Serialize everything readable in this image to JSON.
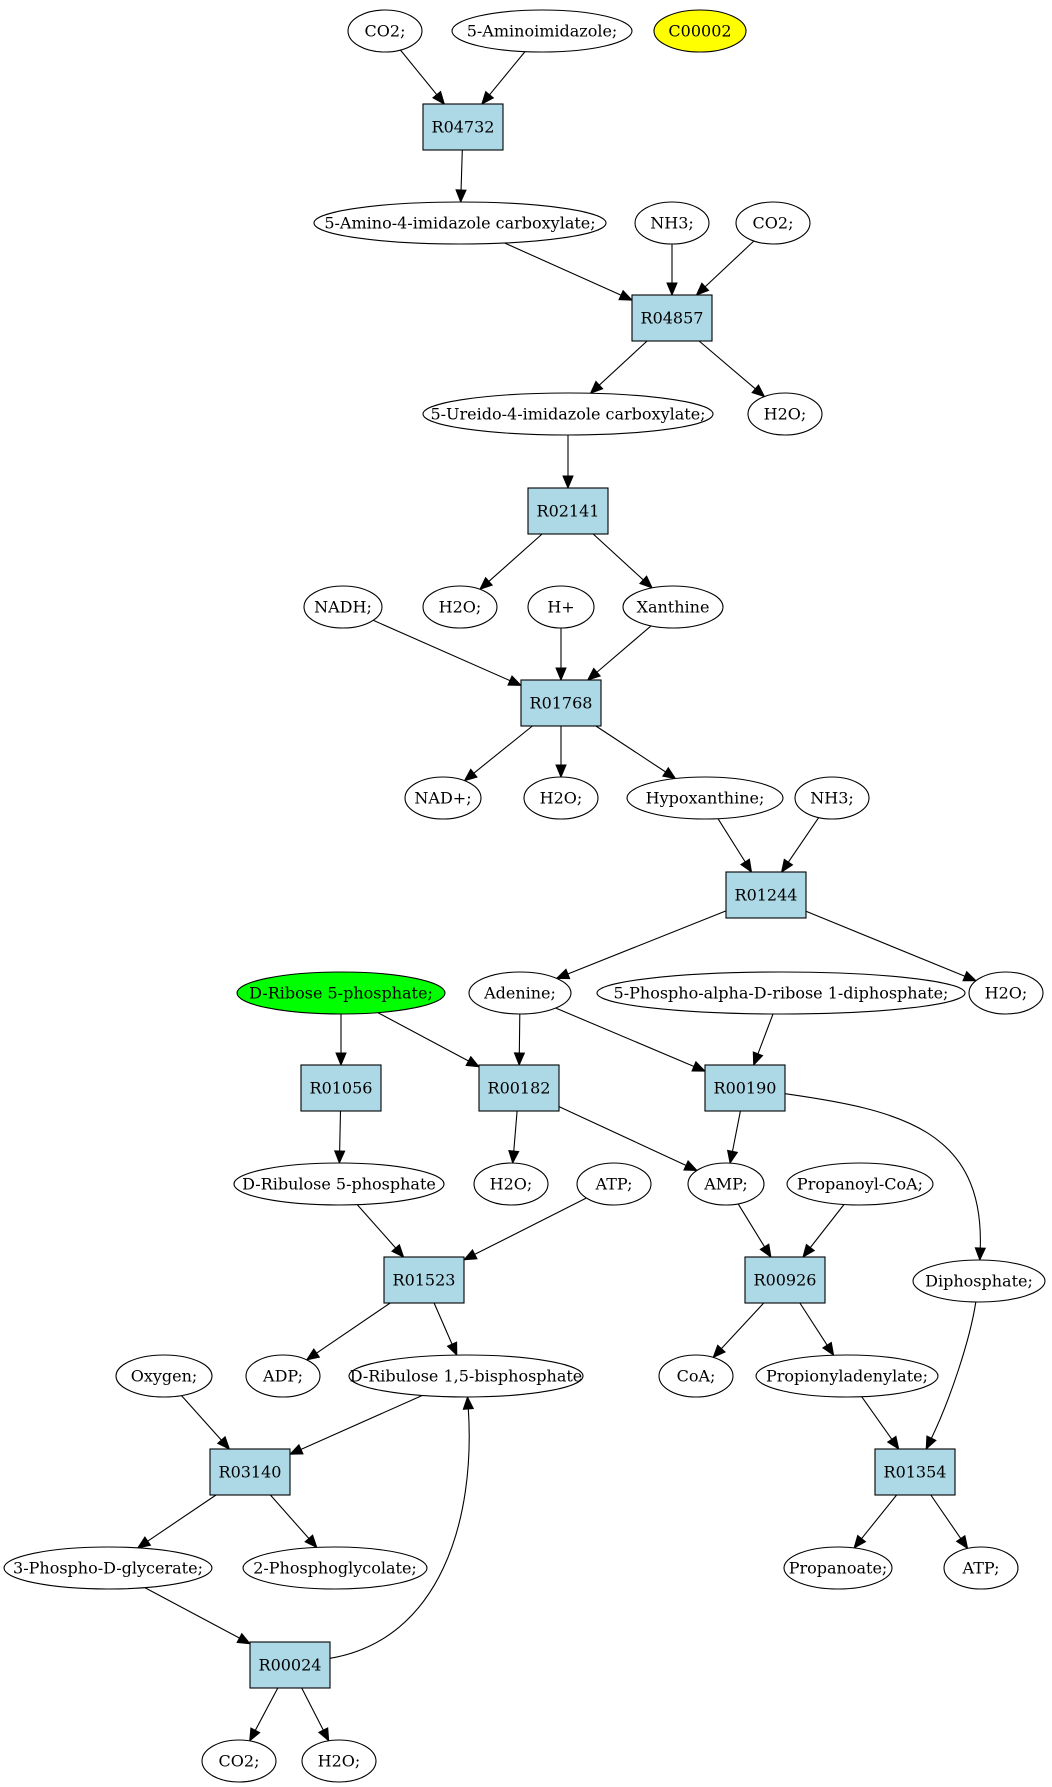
{
  "colors": {
    "reaction_fill": "#add8e6",
    "compound_fill": "#ffffff",
    "highlight_start": "#00ff00",
    "highlight_target": "#ffff00",
    "stroke": "#000000"
  },
  "nodes": [
    {
      "id": "co2_1",
      "label": "CO2;",
      "kind": "compound"
    },
    {
      "id": "aminoimidazole",
      "label": "5-Aminoimidazole;",
      "kind": "compound"
    },
    {
      "id": "c00002",
      "label": "C00002",
      "kind": "compound",
      "highlight": "target"
    },
    {
      "id": "R04732",
      "label": "R04732",
      "kind": "reaction"
    },
    {
      "id": "amino_carbox",
      "label": "5-Amino-4-imidazole carboxylate;",
      "kind": "compound"
    },
    {
      "id": "nh3_1",
      "label": "NH3;",
      "kind": "compound"
    },
    {
      "id": "co2_2",
      "label": "CO2;",
      "kind": "compound"
    },
    {
      "id": "R04857",
      "label": "R04857",
      "kind": "reaction"
    },
    {
      "id": "ureido_carbox",
      "label": "5-Ureido-4-imidazole carboxylate;",
      "kind": "compound"
    },
    {
      "id": "h2o_1",
      "label": "H2O;",
      "kind": "compound"
    },
    {
      "id": "R02141",
      "label": "R02141",
      "kind": "reaction"
    },
    {
      "id": "nadh",
      "label": "NADH;",
      "kind": "compound"
    },
    {
      "id": "h2o_2",
      "label": "H2O;",
      "kind": "compound"
    },
    {
      "id": "hplus",
      "label": "H+",
      "kind": "compound"
    },
    {
      "id": "xanthine",
      "label": "Xanthine",
      "kind": "compound"
    },
    {
      "id": "R01768",
      "label": "R01768",
      "kind": "reaction"
    },
    {
      "id": "nadplus",
      "label": "NAD+;",
      "kind": "compound"
    },
    {
      "id": "h2o_3",
      "label": "H2O;",
      "kind": "compound"
    },
    {
      "id": "hypoxanthine",
      "label": "Hypoxanthine;",
      "kind": "compound"
    },
    {
      "id": "nh3_2",
      "label": "NH3;",
      "kind": "compound"
    },
    {
      "id": "R01244",
      "label": "R01244",
      "kind": "reaction"
    },
    {
      "id": "ribose5p",
      "label": "D-Ribose 5-phosphate;",
      "kind": "compound",
      "highlight": "start"
    },
    {
      "id": "adenine",
      "label": "Adenine;",
      "kind": "compound"
    },
    {
      "id": "prpp",
      "label": "5-Phospho-alpha-D-ribose 1-diphosphate;",
      "kind": "compound"
    },
    {
      "id": "h2o_4",
      "label": "H2O;",
      "kind": "compound"
    },
    {
      "id": "R01056",
      "label": "R01056",
      "kind": "reaction"
    },
    {
      "id": "R00182",
      "label": "R00182",
      "kind": "reaction"
    },
    {
      "id": "R00190",
      "label": "R00190",
      "kind": "reaction"
    },
    {
      "id": "ribulose5p",
      "label": "D-Ribulose 5-phosphate",
      "kind": "compound"
    },
    {
      "id": "h2o_5",
      "label": "H2O;",
      "kind": "compound"
    },
    {
      "id": "atp_1",
      "label": "ATP;",
      "kind": "compound"
    },
    {
      "id": "amp",
      "label": "AMP;",
      "kind": "compound"
    },
    {
      "id": "propanoylcoa",
      "label": "Propanoyl-CoA;",
      "kind": "compound"
    },
    {
      "id": "R01523",
      "label": "R01523",
      "kind": "reaction"
    },
    {
      "id": "R00926",
      "label": "R00926",
      "kind": "reaction"
    },
    {
      "id": "diphosphate",
      "label": "Diphosphate;",
      "kind": "compound"
    },
    {
      "id": "oxygen",
      "label": "Oxygen;",
      "kind": "compound"
    },
    {
      "id": "adp",
      "label": "ADP;",
      "kind": "compound"
    },
    {
      "id": "ribulosebisp",
      "label": "D-Ribulose 1,5-bisphosphate",
      "kind": "compound"
    },
    {
      "id": "coa",
      "label": "CoA;",
      "kind": "compound"
    },
    {
      "id": "propionyladenylate",
      "label": "Propionyladenylate;",
      "kind": "compound"
    },
    {
      "id": "R03140",
      "label": "R03140",
      "kind": "reaction"
    },
    {
      "id": "R01354",
      "label": "R01354",
      "kind": "reaction"
    },
    {
      "id": "phosphoglycerate",
      "label": "3-Phospho-D-glycerate;",
      "kind": "compound"
    },
    {
      "id": "phosphoglycolate",
      "label": "2-Phosphoglycolate;",
      "kind": "compound"
    },
    {
      "id": "propanoate",
      "label": "Propanoate;",
      "kind": "compound"
    },
    {
      "id": "atp_2",
      "label": "ATP;",
      "kind": "compound"
    },
    {
      "id": "R00024",
      "label": "R00024",
      "kind": "reaction"
    },
    {
      "id": "co2_3",
      "label": "CO2;",
      "kind": "compound"
    },
    {
      "id": "h2o_6",
      "label": "H2O;",
      "kind": "compound"
    }
  ],
  "edges": [
    {
      "from": "co2_1",
      "to": "R04732"
    },
    {
      "from": "aminoimidazole",
      "to": "R04732"
    },
    {
      "from": "R04732",
      "to": "amino_carbox"
    },
    {
      "from": "amino_carbox",
      "to": "R04857"
    },
    {
      "from": "nh3_1",
      "to": "R04857"
    },
    {
      "from": "co2_2",
      "to": "R04857"
    },
    {
      "from": "R04857",
      "to": "ureido_carbox"
    },
    {
      "from": "R04857",
      "to": "h2o_1"
    },
    {
      "from": "ureido_carbox",
      "to": "R02141"
    },
    {
      "from": "R02141",
      "to": "h2o_2"
    },
    {
      "from": "R02141",
      "to": "xanthine"
    },
    {
      "from": "nadh",
      "to": "R01768"
    },
    {
      "from": "hplus",
      "to": "R01768"
    },
    {
      "from": "xanthine",
      "to": "R01768"
    },
    {
      "from": "R01768",
      "to": "nadplus"
    },
    {
      "from": "R01768",
      "to": "h2o_3"
    },
    {
      "from": "R01768",
      "to": "hypoxanthine"
    },
    {
      "from": "hypoxanthine",
      "to": "R01244"
    },
    {
      "from": "nh3_2",
      "to": "R01244"
    },
    {
      "from": "R01244",
      "to": "adenine"
    },
    {
      "from": "R01244",
      "to": "h2o_4"
    },
    {
      "from": "ribose5p",
      "to": "R01056"
    },
    {
      "from": "ribose5p",
      "to": "R00182"
    },
    {
      "from": "adenine",
      "to": "R00182"
    },
    {
      "from": "adenine",
      "to": "R00190"
    },
    {
      "from": "prpp",
      "to": "R00190"
    },
    {
      "from": "R01056",
      "to": "ribulose5p"
    },
    {
      "from": "R00182",
      "to": "h2o_5"
    },
    {
      "from": "R00182",
      "to": "amp"
    },
    {
      "from": "R00190",
      "to": "amp"
    },
    {
      "from": "R00190",
      "to": "diphosphate",
      "curve": true
    },
    {
      "from": "ribulose5p",
      "to": "R01523"
    },
    {
      "from": "atp_1",
      "to": "R01523"
    },
    {
      "from": "amp",
      "to": "R00926"
    },
    {
      "from": "propanoylcoa",
      "to": "R00926"
    },
    {
      "from": "R01523",
      "to": "adp"
    },
    {
      "from": "R01523",
      "to": "ribulosebisp"
    },
    {
      "from": "R00926",
      "to": "coa"
    },
    {
      "from": "R00926",
      "to": "propionyladenylate"
    },
    {
      "from": "oxygen",
      "to": "R03140"
    },
    {
      "from": "ribulosebisp",
      "to": "R03140"
    },
    {
      "from": "propionyladenylate",
      "to": "R01354"
    },
    {
      "from": "diphosphate",
      "to": "R01354",
      "curve": true
    },
    {
      "from": "R03140",
      "to": "phosphoglycerate"
    },
    {
      "from": "R03140",
      "to": "phosphoglycolate"
    },
    {
      "from": "R01354",
      "to": "propanoate"
    },
    {
      "from": "R01354",
      "to": "atp_2"
    },
    {
      "from": "phosphoglycerate",
      "to": "R00024"
    },
    {
      "from": "R00024",
      "to": "co2_3"
    },
    {
      "from": "R00024",
      "to": "h2o_6"
    },
    {
      "from": "R00024",
      "to": "ribulosebisp",
      "curve": true
    }
  ]
}
